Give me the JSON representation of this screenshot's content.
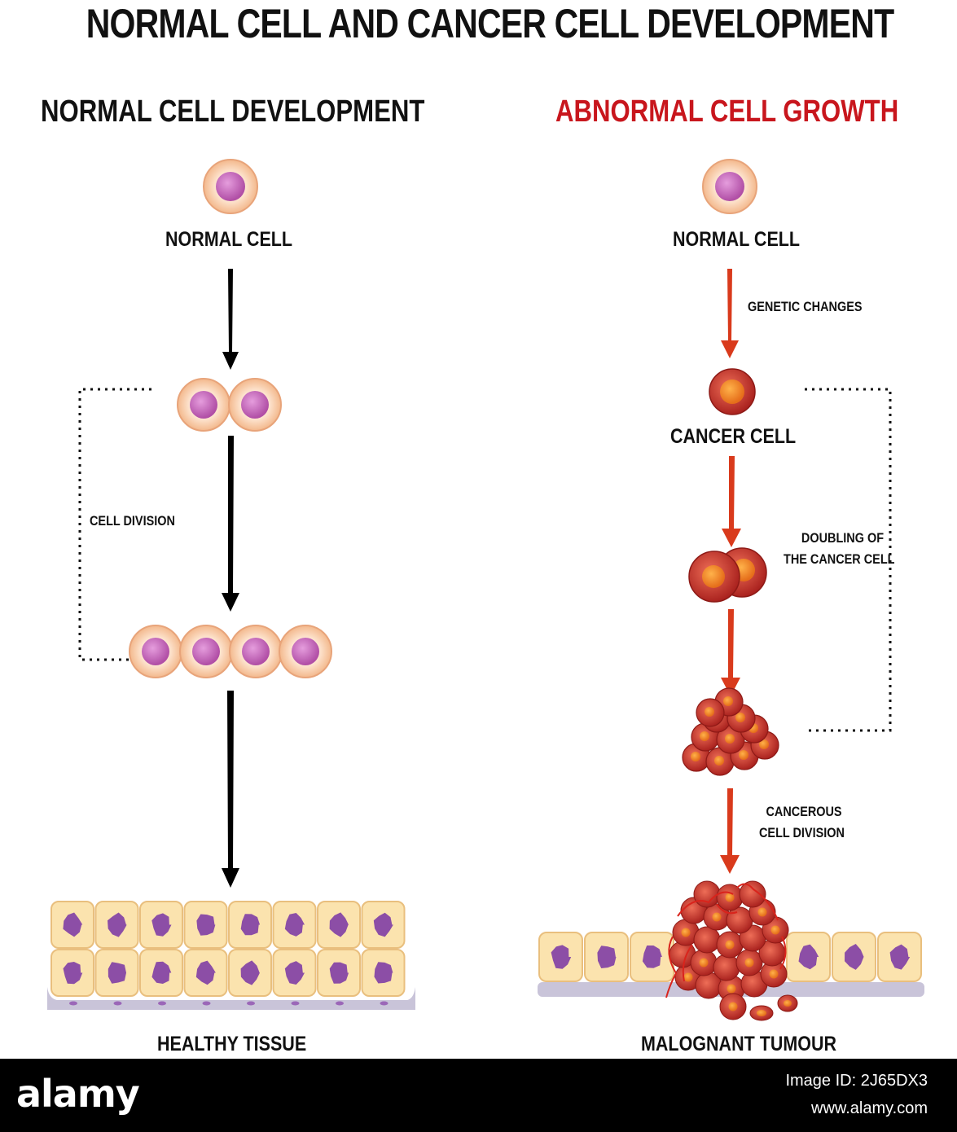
{
  "title": "NORMAL CELL AND CANCER CELL DEVELOPMENT",
  "colors": {
    "text": "#111111",
    "accent_red": "#c8161d",
    "arrow_black": "#000000",
    "arrow_red": "#d93a1c",
    "normal_cell_outer": "#f9d2b3",
    "normal_cell_nucleus": "#c96dc0",
    "cancer_cell": "#c9332c",
    "cancer_nucleus": "#f08a2a",
    "tissue_cell": "#fbe3ae",
    "tissue_nucleus": "#8c4ea6",
    "basement": "#c9c4d9"
  },
  "left": {
    "heading": "NORMAL CELL DEVELOPMENT",
    "normal_cell_label": "NORMAL CELL",
    "process_label": "CELL DIVISION",
    "result_label": "HEALTHY TISSUE"
  },
  "right": {
    "heading": "ABNORMAL CELL GROWTH",
    "normal_cell_label": "NORMAL CELL",
    "step1_label": "GENETIC CHANGES",
    "cancer_cell_label": "CANCER CELL",
    "step2_line1": "DOUBLING OF",
    "step2_line2": "THE CANCER CELL",
    "step3_line1": "CANCEROUS",
    "step3_line2": "CELL DIVISION",
    "result_label": "MALOGNANT TUMOUR"
  },
  "footer": {
    "logo": "alamy",
    "image_id": "Image ID: 2J65DX3",
    "url": "www.alamy.com"
  }
}
